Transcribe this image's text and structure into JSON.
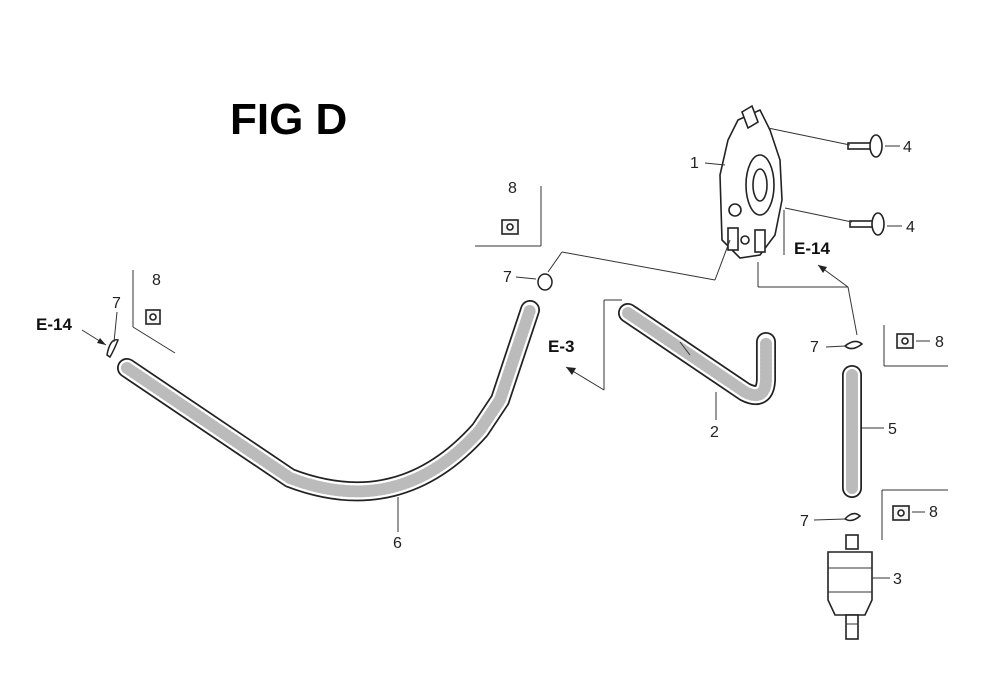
{
  "figure": {
    "title": "FIG D"
  },
  "callouts": {
    "pump": "1",
    "hose_2": "2",
    "filter": "3",
    "bolt_top": "4",
    "bolt_mid": "4",
    "hose_5": "5",
    "hose_6": "6",
    "clip_mid": "7",
    "clip_left": "7",
    "clip_right": "7",
    "clip_bottom": "7",
    "clamp_top": "8",
    "clamp_left": "8",
    "clamp_right": "8",
    "clamp_bottom": "8"
  },
  "references": {
    "left": "E-14",
    "mid": "E-3",
    "right": "E-14"
  }
}
